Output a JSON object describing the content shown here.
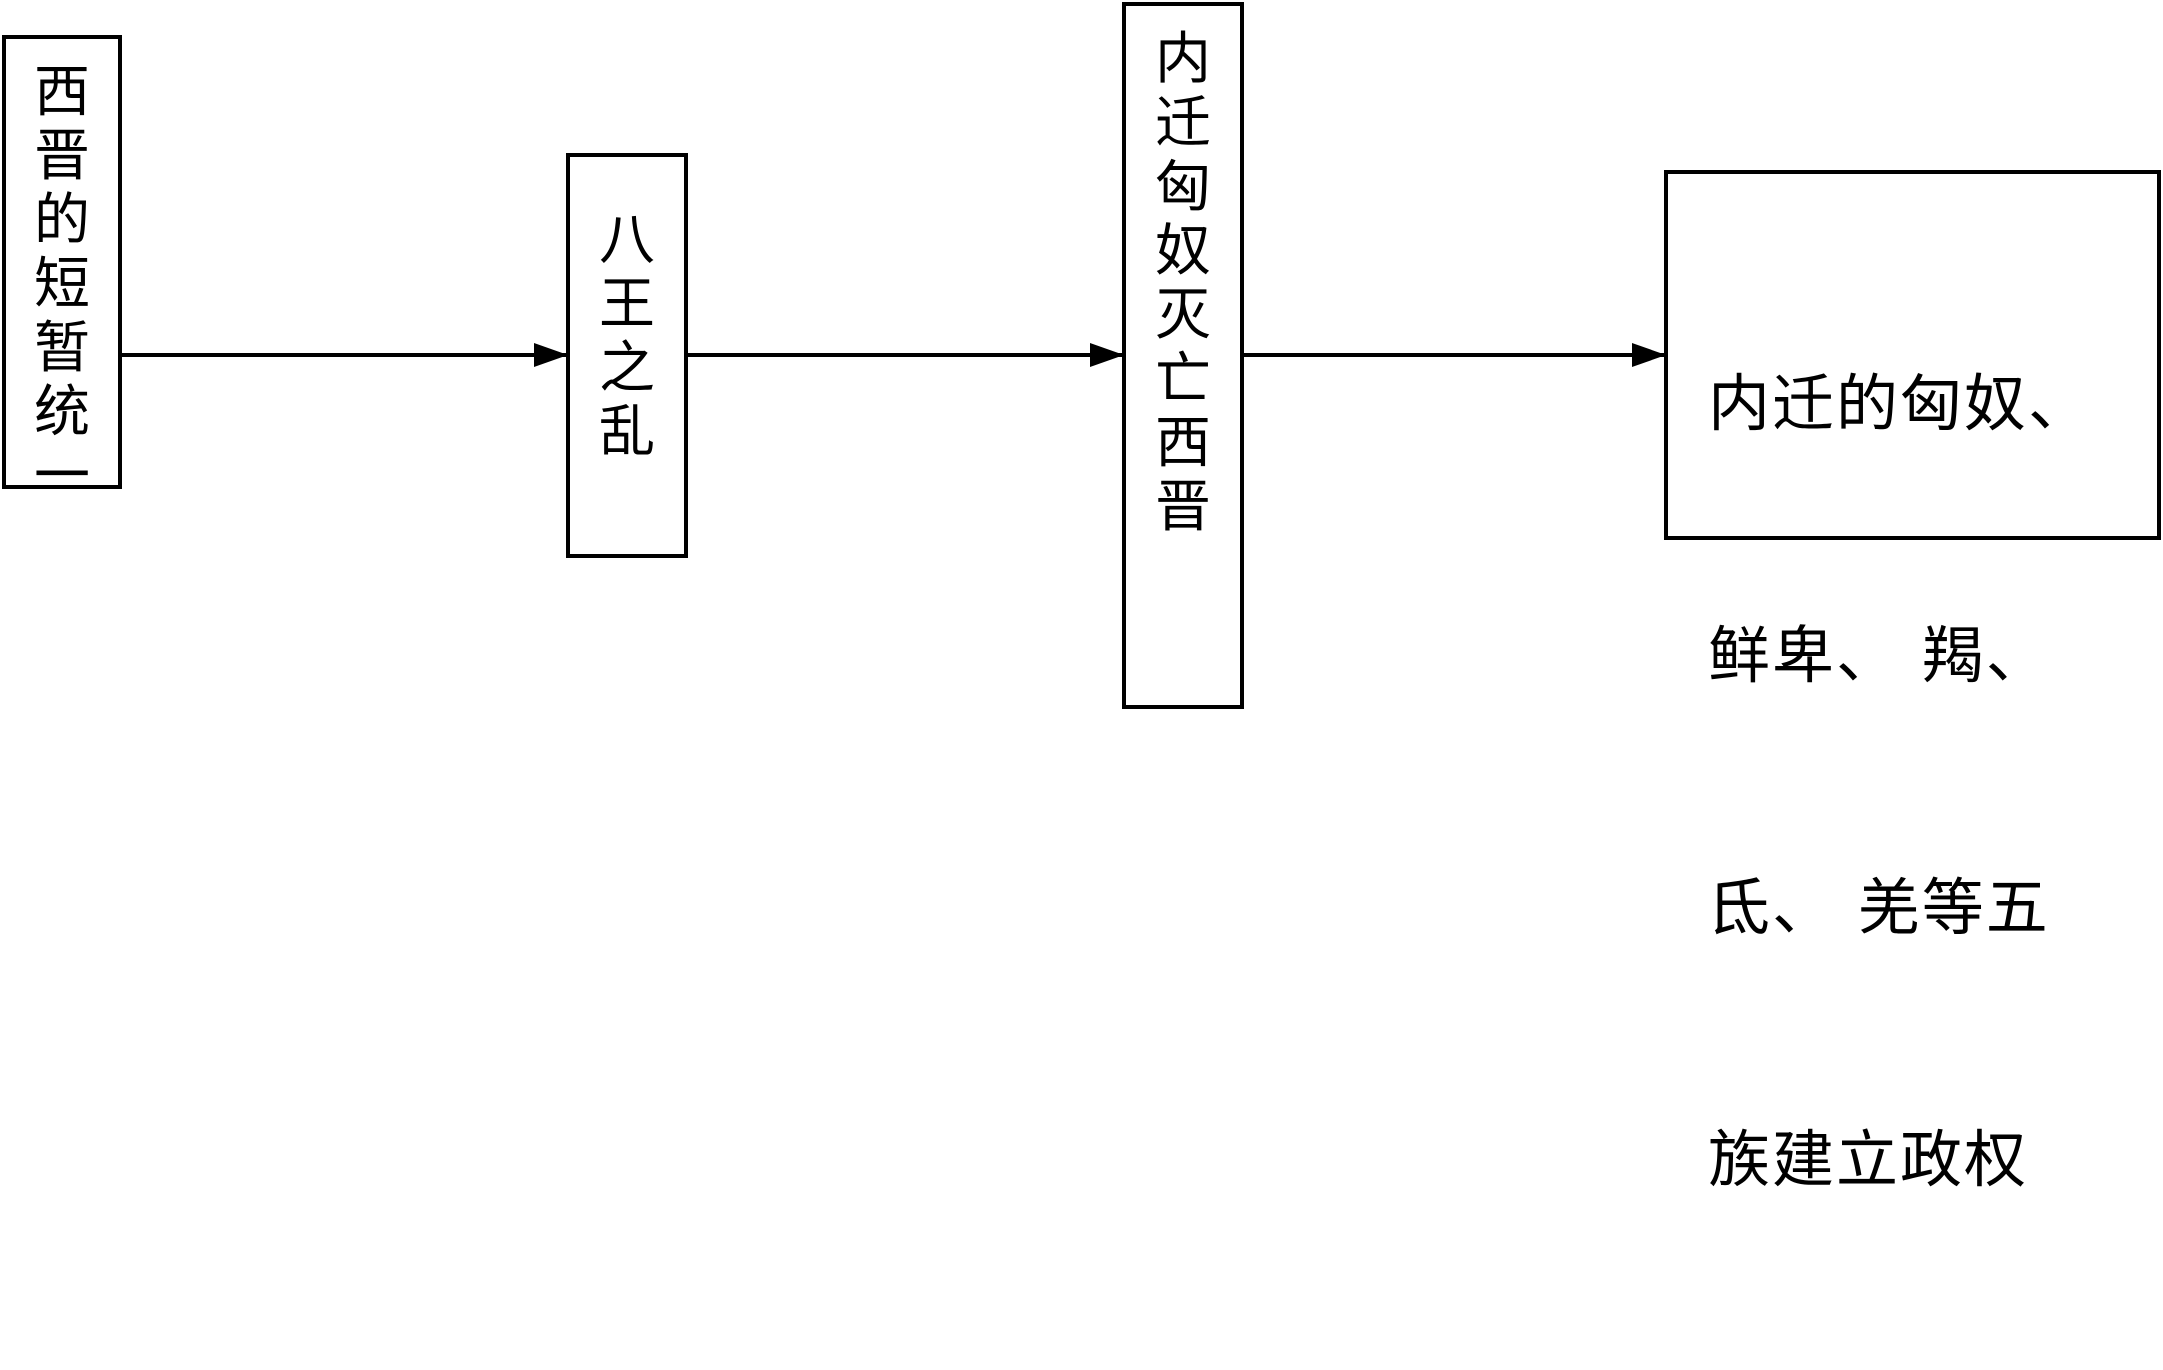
{
  "diagram": {
    "type": "flowchart",
    "direction": "left-to-right",
    "nodes": [
      {
        "id": "n1",
        "label": "西晋的短暂统一",
        "orientation": "vertical"
      },
      {
        "id": "n2",
        "label": "八王之乱",
        "orientation": "vertical"
      },
      {
        "id": "n3",
        "label": "内迁匈奴灭亡西晋",
        "orientation": "vertical"
      },
      {
        "id": "n4",
        "label": "内迁的匈奴、鲜卑、羯、氐、羌等五族建立政权",
        "orientation": "horizontal",
        "lines": [
          "内迁的匈奴、",
          "鲜卑、 羯、",
          "氐、 羌等五",
          "族建立政权"
        ]
      }
    ],
    "edges": [
      {
        "from": "n1",
        "to": "n2"
      },
      {
        "from": "n2",
        "to": "n3"
      },
      {
        "from": "n3",
        "to": "n4"
      }
    ],
    "colors": {
      "stroke": "#000000",
      "background": "#ffffff"
    }
  }
}
